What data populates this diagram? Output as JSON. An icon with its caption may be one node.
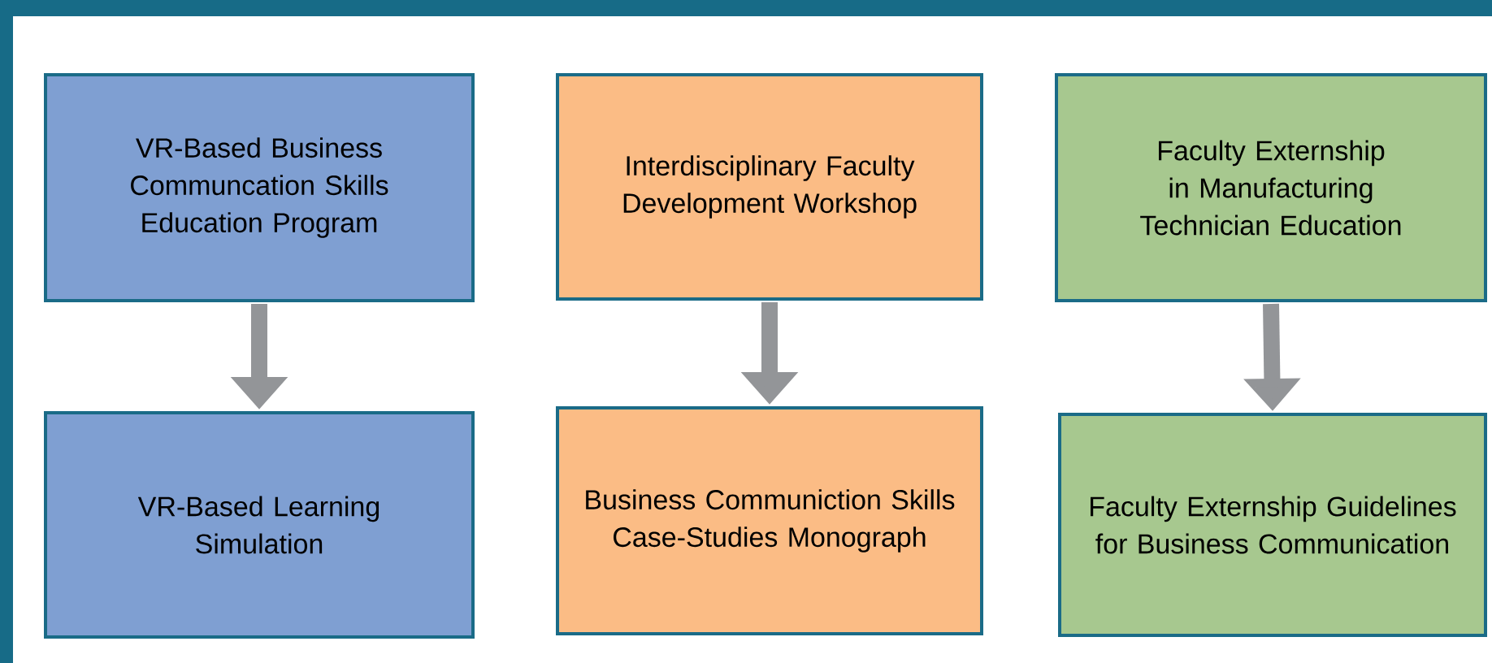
{
  "diagram": {
    "nodes": [
      {
        "text": [
          "VR-Based Business Communcation Skills Education Program"
        ]
      },
      {
        "text": [
          "Interdisciplinary Faculty Development Workshop"
        ]
      },
      {
        "text": [
          "Faculty Externship in Manufacturing Technician Education"
        ]
      },
      {
        "text": [
          "VR-Based Learning Simulation"
        ]
      },
      {
        "text": [
          "Business Communiction Skills Case-Studies Monograph"
        ]
      },
      {
        "text": [
          "Faculty Externship Guidelines for Business Communication"
        ]
      }
    ],
    "edges": [
      {
        "from": 0,
        "to": 3,
        "arrow": "to"
      },
      {
        "from": 1,
        "to": 4,
        "arrow": "to"
      },
      {
        "from": 2,
        "to": 5,
        "arrow": "to"
      }
    ]
  }
}
